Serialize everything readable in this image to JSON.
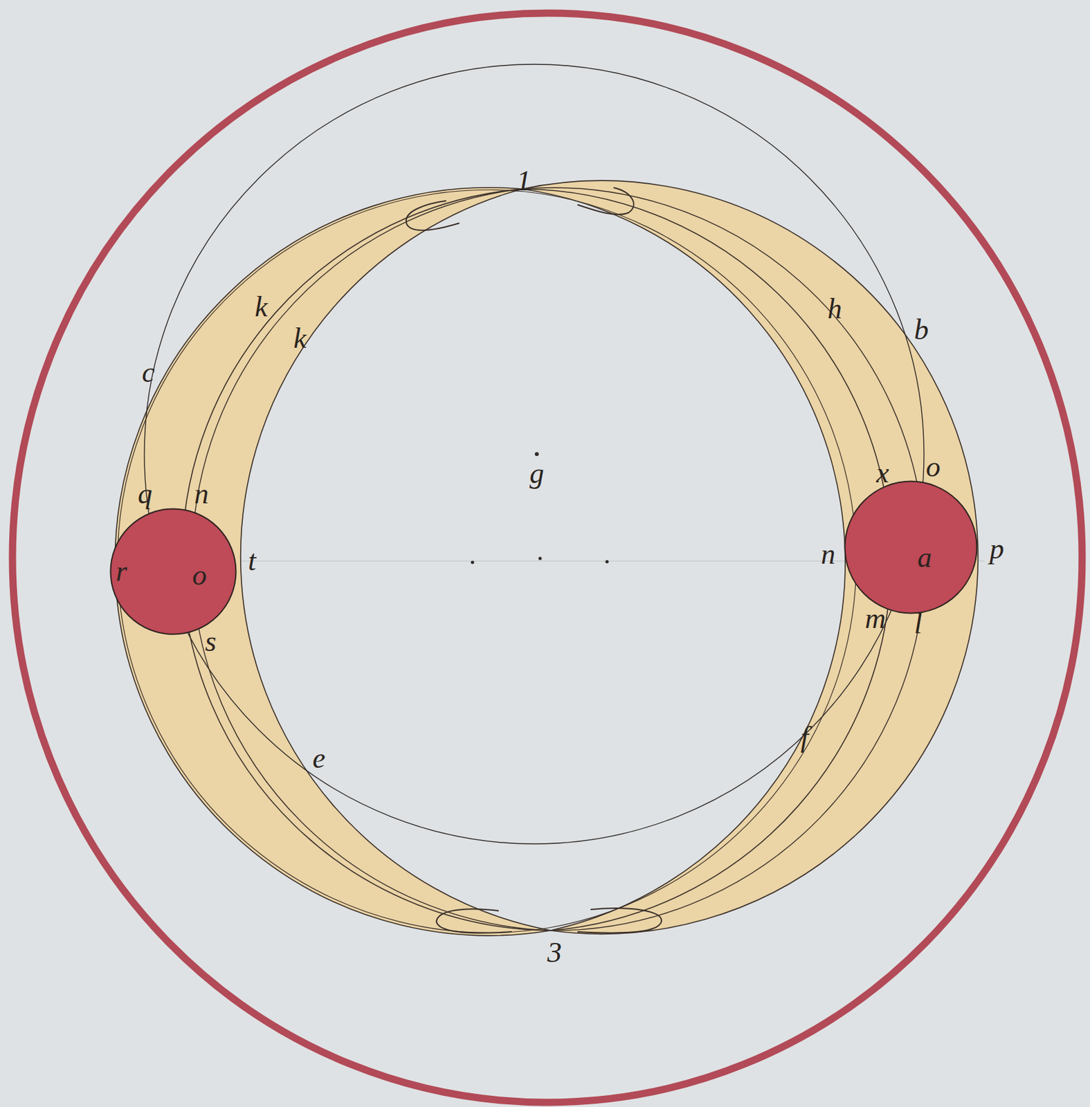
{
  "diagram": {
    "nodes": [
      {
        "text": [
          "o"
        ]
      },
      {
        "text": [
          "a"
        ]
      }
    ],
    "labels": [
      "1",
      "k",
      "h",
      "k",
      "c",
      "b",
      "x",
      "o",
      "g",
      "q",
      "n",
      "r",
      "t",
      "n",
      "p",
      "s",
      "m",
      "l",
      "f",
      "e",
      "3"
    ]
  }
}
